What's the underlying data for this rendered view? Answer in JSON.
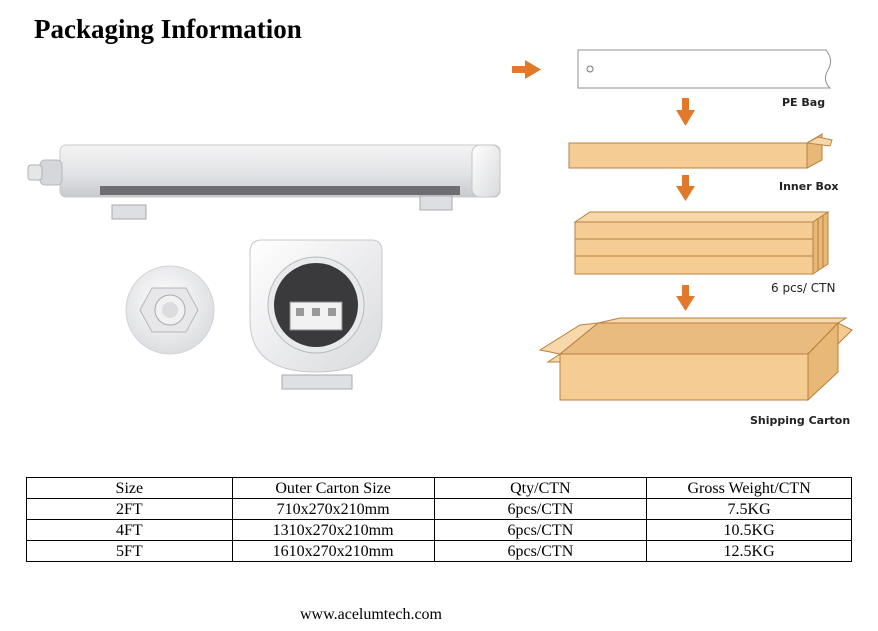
{
  "title": "Packaging Information",
  "steps": [
    {
      "label": "PE Bag"
    },
    {
      "label": "Inner Box"
    },
    {
      "label": "6 pcs/ CTN"
    },
    {
      "label": "Shipping Carton"
    }
  ],
  "table": {
    "headers": [
      "Size",
      "Outer Carton Size",
      "Qty/CTN",
      "Gross Weight/CTN"
    ],
    "rows": [
      [
        "2FT",
        "710x270x210mm",
        "6pcs/CTN",
        "7.5KG"
      ],
      [
        "4FT",
        "1310x270x210mm",
        "6pcs/CTN",
        "10.5KG"
      ],
      [
        "5FT",
        "1610x270x210mm",
        "6pcs/CTN",
        "12.5KG"
      ]
    ]
  },
  "footer": "www.acelumtech.com",
  "colors": {
    "arrow": "#e07a2a",
    "cardboard": "#f5cc93",
    "cardboard_edge": "#b9803f"
  }
}
